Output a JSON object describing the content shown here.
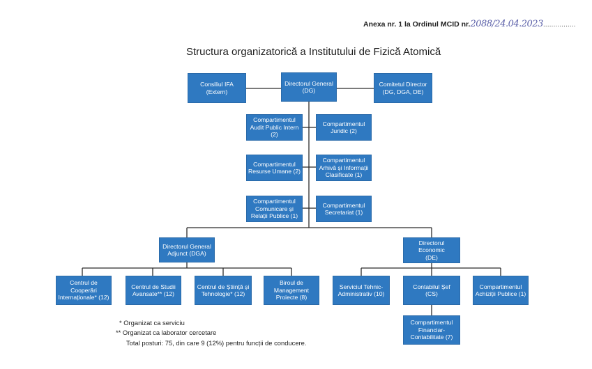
{
  "annex": {
    "label": "Anexa nr. 1 la Ordinul MCID nr.",
    "handwritten": "2088/24.04.2023",
    "dots": "................"
  },
  "title": "Structura organizatorică a Institutului de Fizică Atomică",
  "boxes": {
    "consiliu": "Consiliul IFA\n(Extern)",
    "dg": "Directorul General\n(DG)",
    "comitet": "Comitetul Director\n(DG, DGA, DE)",
    "audit": "Compartimentul\nAudit Public Intern\n(2)",
    "juridic": "Compartimentul\nJuridic (2)",
    "resurse": "Compartimentul\nResurse Umane (2)",
    "arhiva": "Compartimentul\nArhivă și Informații\nClasificate (1)",
    "comunicare": "Compartimentul\nComunicare și\nRelații Publice (1)",
    "secretariat": "Compartimentul\nSecretariat (1)",
    "dga": "Directorul General\nAdjunct (DGA)",
    "de": "Directorul Economic\n(DE)",
    "cooperari": "Centrul de\nCooperări\nInternaționale* (12)",
    "studii": "Centrul de Studii\nAvansate** (12)",
    "stiinta": "Centrul de Știință și\nTehnologie* (12)",
    "biroul": "Biroul de\nManagement\nProiecte (8)",
    "tehnic": "Serviciul Tehnic-\nAdministrativ (10)",
    "contabil": "Contabilul Șef\n(CS)",
    "achizitii": "Compartimentul\nAchiziții Publice (1)",
    "financiar": "Compartimentul\nFinanciar-\nContabilitate (7)"
  },
  "notes": {
    "n1": "*  Organizat ca serviciu",
    "n2": "** Organizat ca laborator cercetare",
    "n3": "Total posturi: 75, din care 9 (12%) pentru funcții de conducere."
  },
  "colors": {
    "box_fill": "#2f79c1",
    "box_text": "#ffffff",
    "connector": "#2b2b2b"
  }
}
